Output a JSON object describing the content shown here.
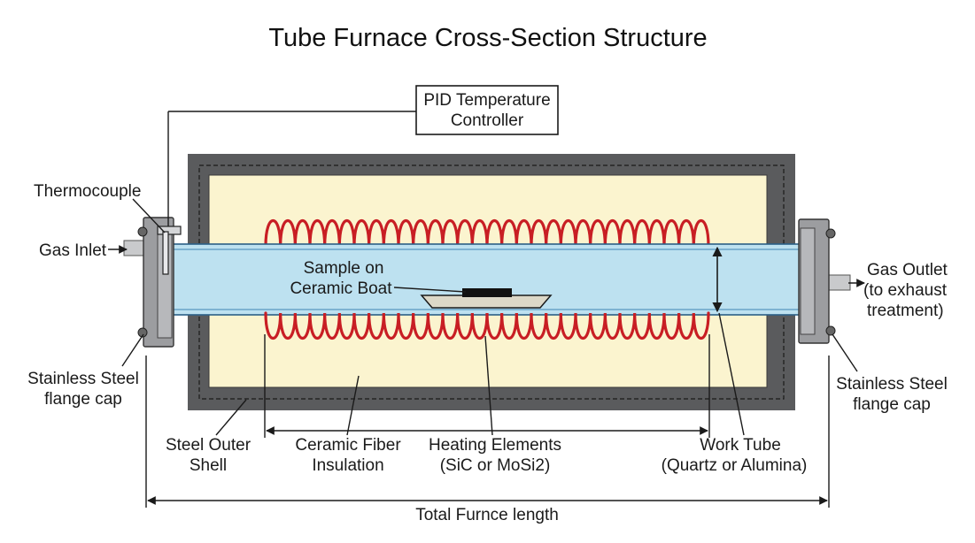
{
  "title": "Tube Furnace Cross-Section Structure",
  "labels": {
    "pid": [
      "PID Temperature",
      "Controller"
    ],
    "thermocouple": "Thermocouple",
    "gas_inlet": "Gas Inlet",
    "gas_outlet": [
      "Gas Outlet",
      "(to exhaust",
      "treatment)"
    ],
    "sample": [
      "Sample on",
      "Ceramic Boat"
    ],
    "flange_left": [
      "Stainless Steel",
      "flange cap"
    ],
    "flange_right": [
      "Stainless Steel",
      "flange cap"
    ],
    "outer_shell": [
      "Steel Outer",
      "Shell"
    ],
    "insulation": [
      "Ceramic Fiber",
      "Insulation"
    ],
    "heating": [
      "Heating Elements",
      "(SiC or MoSi2)"
    ],
    "work_tube": [
      "Work Tube",
      "(Quartz or Alumina)"
    ],
    "total_length": "Total Furnce length"
  },
  "colors": {
    "shell": "#5a5b5d",
    "insulation": "#fbf4cf",
    "tube": "#bde1f0",
    "coil": "#c81e24",
    "flange": "#9c9da0",
    "boat": "#dcd8c8",
    "sample": "#111111"
  }
}
